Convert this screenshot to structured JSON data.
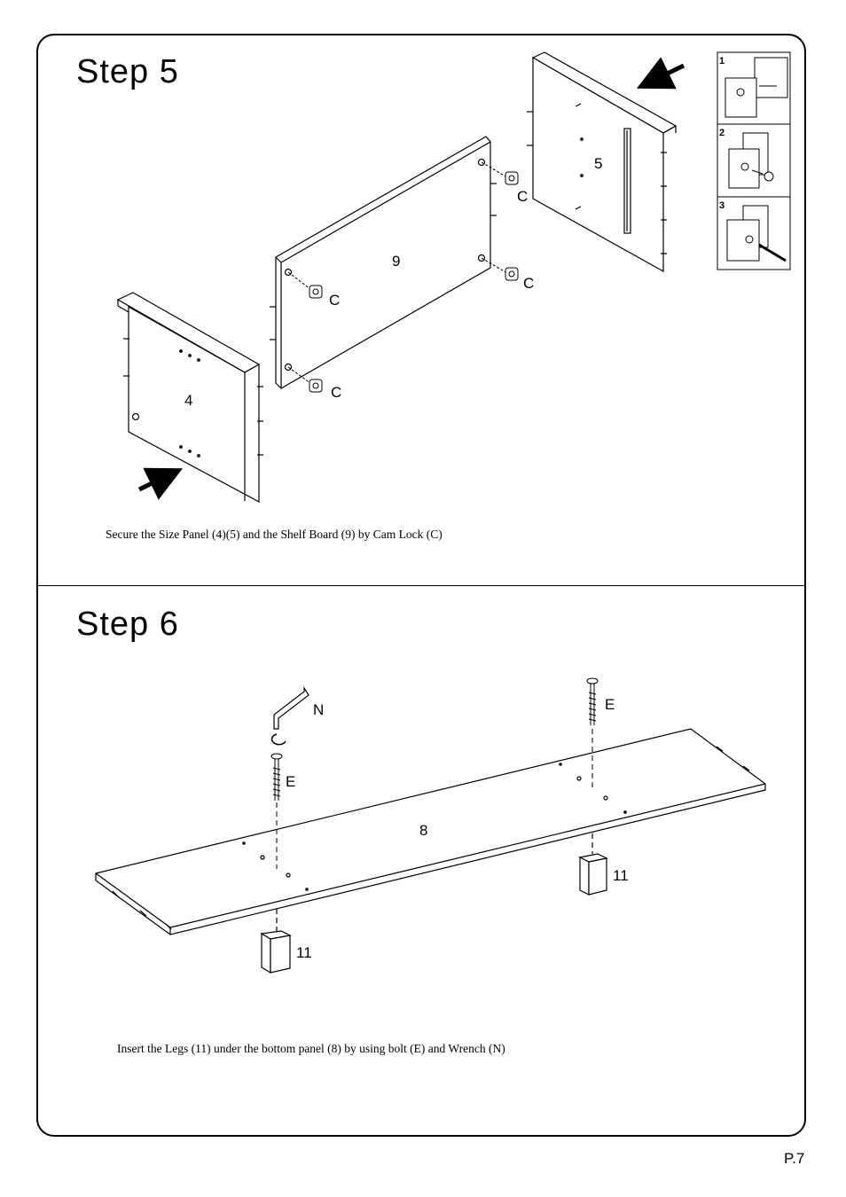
{
  "step5": {
    "title": "Step  5",
    "caption": "Secure the Size Panel (4)(5) and the Shelf Board (9) by Cam Lock (C)",
    "labels": {
      "side_panel_left": "4",
      "side_panel_right": "5",
      "shelf_board": "9",
      "cam_lock": "C"
    },
    "inset_steps": [
      "1",
      "2",
      "3"
    ]
  },
  "step6": {
    "title": "Step  6",
    "caption": "Insert the Legs (11) under the bottom panel (8) by using bolt (E) and Wrench (N)",
    "labels": {
      "bottom_panel": "8",
      "leg": "11",
      "bolt": "E",
      "wrench": "N"
    }
  },
  "page_number": "P.7"
}
